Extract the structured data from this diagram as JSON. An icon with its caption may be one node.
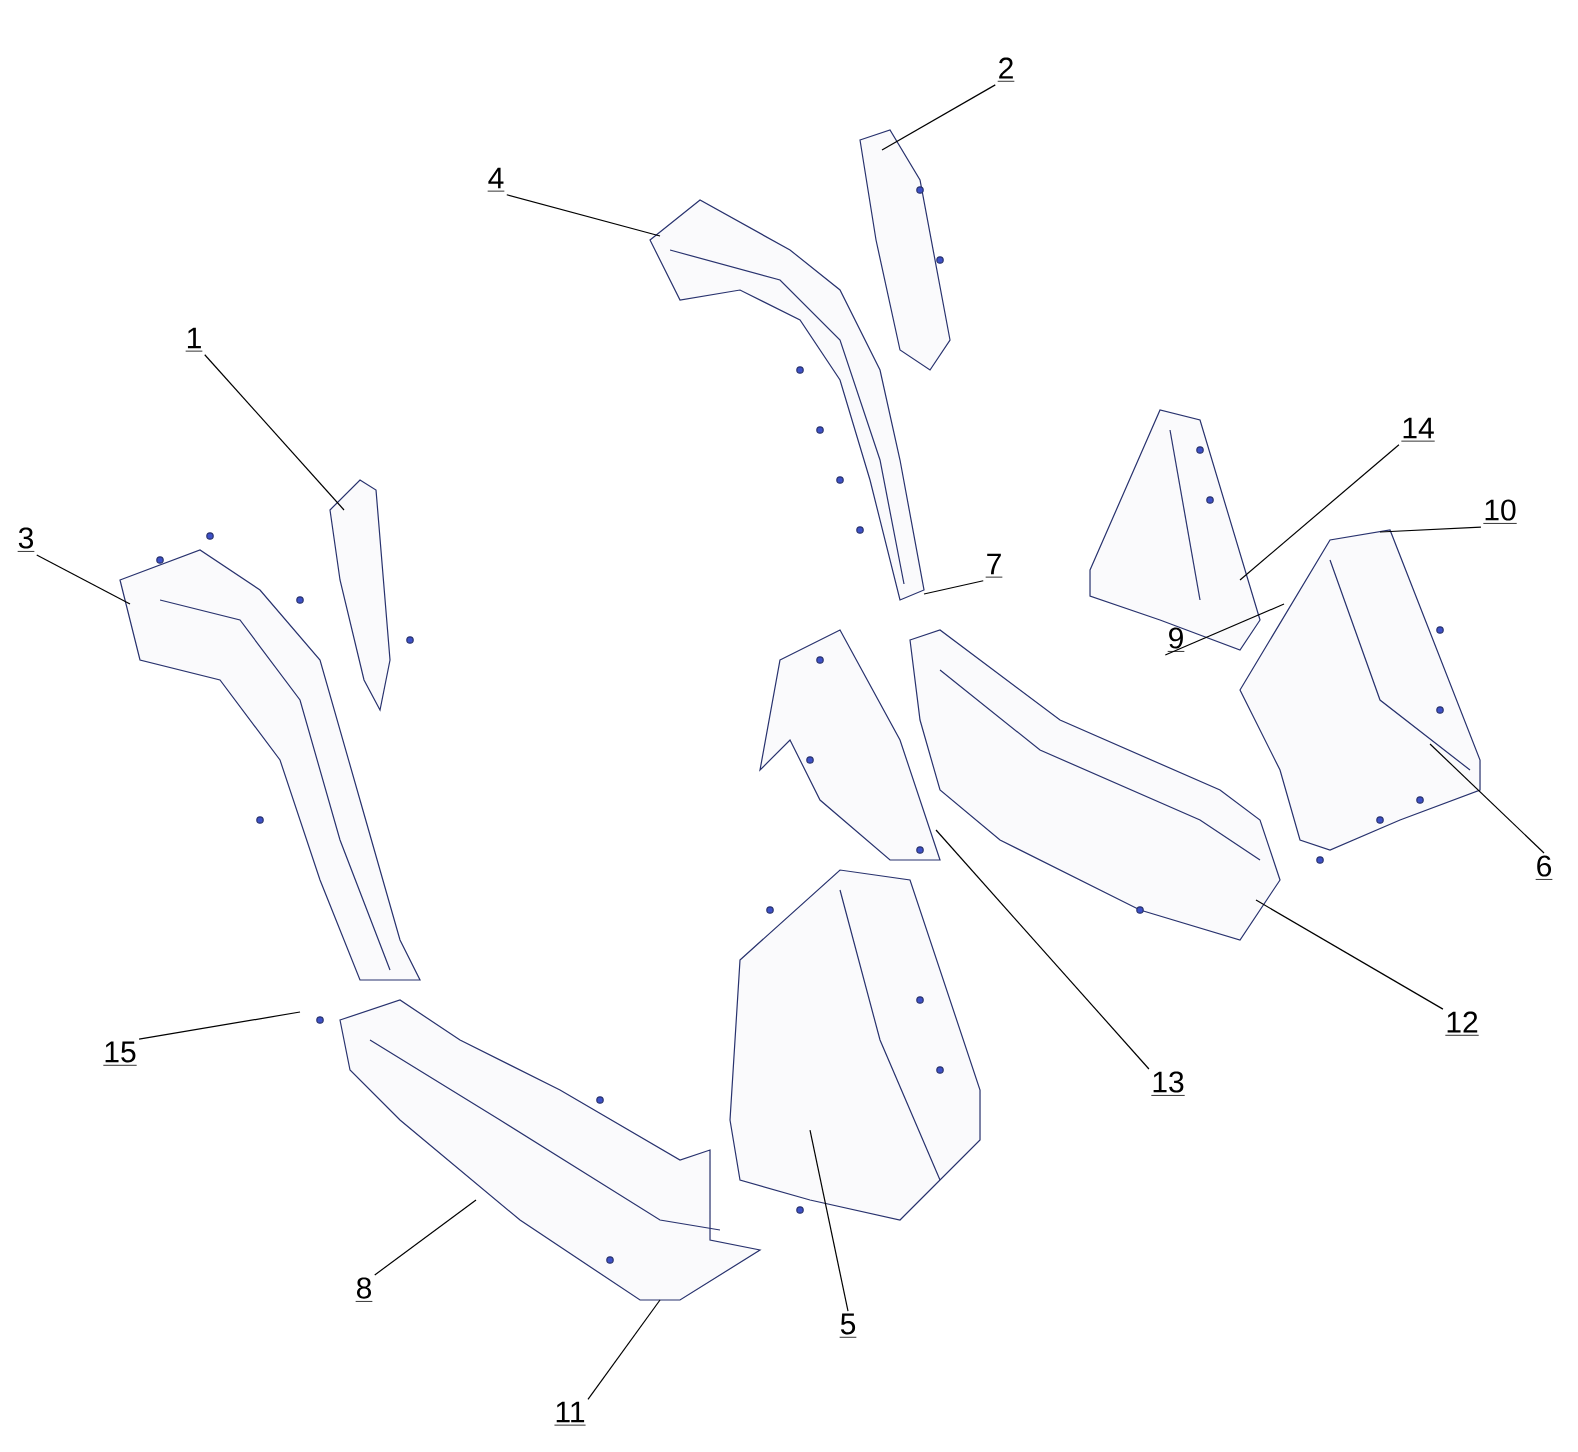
{
  "diagram": {
    "nodes": [
      {
        "text": [
          "2"
        ]
      },
      {
        "text": [
          "4"
        ]
      },
      {
        "text": [
          "1"
        ]
      },
      {
        "text": [
          "14"
        ]
      },
      {
        "text": [
          "10"
        ]
      },
      {
        "text": [
          "3"
        ]
      },
      {
        "text": [
          "7"
        ]
      },
      {
        "text": [
          "9"
        ]
      },
      {
        "text": [
          "6"
        ]
      },
      {
        "text": [
          "12"
        ]
      },
      {
        "text": [
          "15"
        ]
      },
      {
        "text": [
          "13"
        ]
      },
      {
        "text": [
          "8"
        ]
      },
      {
        "text": [
          "5"
        ]
      },
      {
        "text": [
          "11"
        ]
      }
    ],
    "edges": [
      {
        "from": 0,
        "to": null,
        "arrow": "none"
      },
      {
        "from": 1,
        "to": null,
        "arrow": "none"
      },
      {
        "from": 2,
        "to": null,
        "arrow": "none"
      },
      {
        "from": 3,
        "to": null,
        "arrow": "none"
      },
      {
        "from": 4,
        "to": null,
        "arrow": "none"
      },
      {
        "from": 5,
        "to": null,
        "arrow": "none"
      },
      {
        "from": 6,
        "to": null,
        "arrow": "none"
      },
      {
        "from": 7,
        "to": null,
        "arrow": "none"
      },
      {
        "from": 8,
        "to": null,
        "arrow": "none"
      },
      {
        "from": 9,
        "to": null,
        "arrow": "none"
      },
      {
        "from": 10,
        "to": null,
        "arrow": "none"
      },
      {
        "from": 11,
        "to": null,
        "arrow": "none"
      },
      {
        "from": 12,
        "to": null,
        "arrow": "none"
      },
      {
        "from": 13,
        "to": null,
        "arrow": "none"
      },
      {
        "from": 14,
        "to": null,
        "arrow": "none"
      }
    ]
  }
}
